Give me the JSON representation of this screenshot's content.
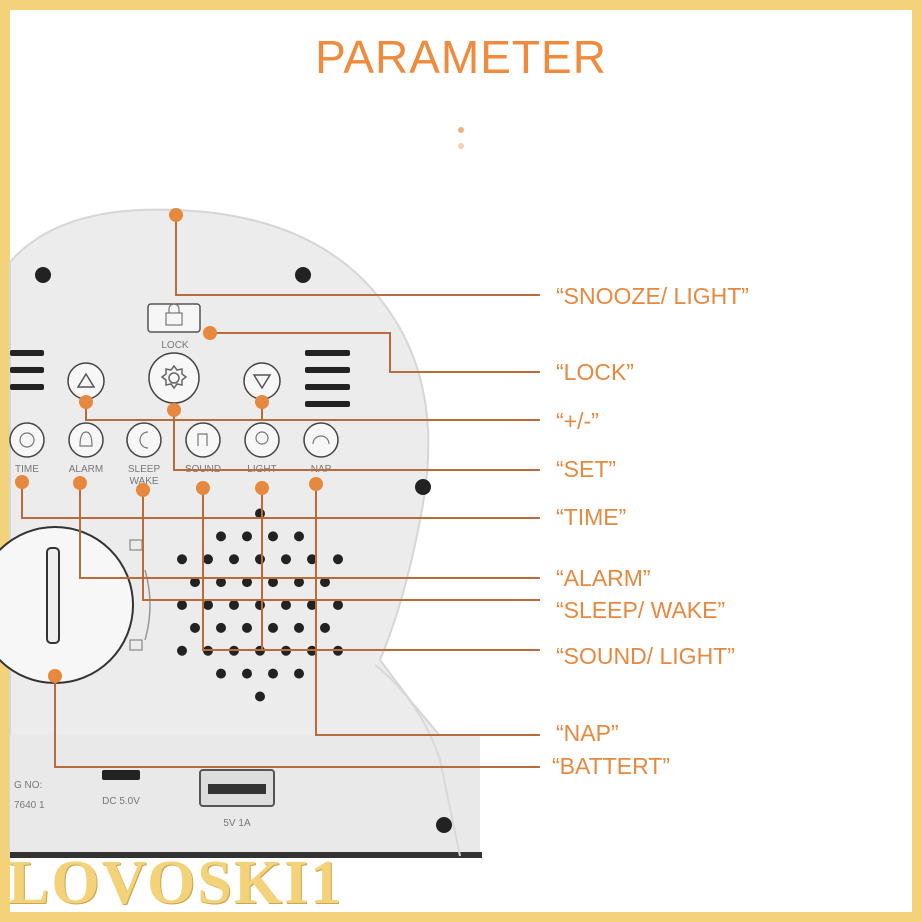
{
  "title": "PARAMETER",
  "callouts": {
    "snooze_light": "“SNOOZE/ LIGHT”",
    "lock": "“LOCK”",
    "plus_minus": "“+/-”",
    "set": "“SET”",
    "time": "“TIME”",
    "alarm": "“ALARM”",
    "sleep_wake": "“SLEEP/ WAKE”",
    "sound_light": "“SOUND/ LIGHT”",
    "nap": "“NAP”",
    "battery": "“BATTERT”"
  },
  "device": {
    "lock_label": "LOCK",
    "time_label": "TIME",
    "alarm_label": "ALARM",
    "sleep_label": "SLEEP",
    "wake_label": "WAKE",
    "sound_label": "SOUND",
    "light_label": "LIGHT",
    "nap_label": "NAP",
    "model_line1": "G NO:",
    "model_line2": "7640 1",
    "dc_label": "DC 5.0V",
    "usb_label": "5V 1A"
  },
  "watermark": "LOVOSKI1",
  "colors": {
    "accent": "#e6893f",
    "frame": "#f3d27a",
    "device_body": "#ebebeb"
  }
}
